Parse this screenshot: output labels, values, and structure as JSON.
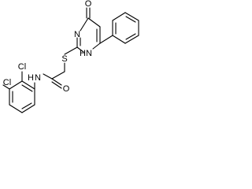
{
  "molecule": {
    "atoms": {
      "oxygen_ketone": "O",
      "nitrogen_ring_3": "N",
      "nitrogen_ring_1": "H",
      "nitrogen_ring_1_n": "N",
      "sulfur": "S",
      "oxygen_amide": "O",
      "nitrogen_amide_h": "H",
      "nitrogen_amide_n": "N",
      "chlorine_2": "Cl",
      "chlorine_3": "Cl"
    }
  }
}
